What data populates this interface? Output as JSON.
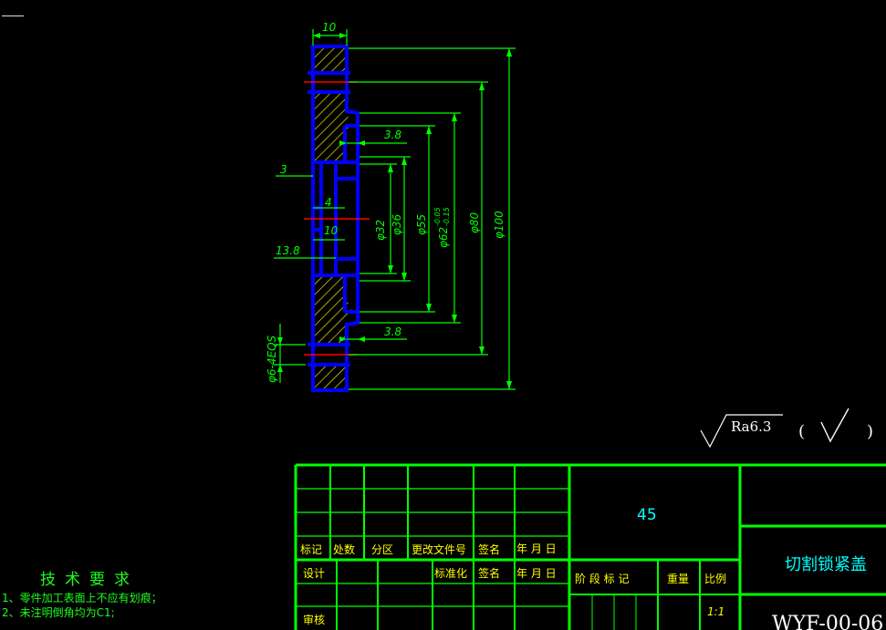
{
  "drawing": {
    "dims": {
      "width_top": "10",
      "depth_3_8_upper": "3.8",
      "depth_3_8_lower": "3.8",
      "left_3": "3",
      "left_4": "4",
      "left_10": "10",
      "left_13_8": "13.8",
      "d32": "φ32",
      "d36": "φ36",
      "d55": "φ55",
      "d62": "φ62",
      "d62_tol_upper": "-0.05",
      "d62_tol_lower": "-0.15",
      "d80": "φ80",
      "d100": "φ100",
      "holes": "φ6-4EQS"
    },
    "surface_finish": "Ra6.3",
    "finish_paren_open": "(",
    "finish_paren_close": ")"
  },
  "title_block": {
    "material": "45",
    "part_name": "切割锁紧盖",
    "drawing_no": "WYF-00-06",
    "scale": "1:1",
    "row_labels": [
      "标记",
      "处数",
      "分区",
      "更改文件号",
      "签名",
      "年 月 日"
    ],
    "design": "设计",
    "standardize": "标准化",
    "sign": "签名",
    "date": "年 月 日",
    "review": "审核",
    "stage_mark": "阶 段 标 记",
    "weight": "重量",
    "ratio": "比例"
  },
  "notes": {
    "title": "技术要求",
    "items": [
      "1、零件加工表面上不应有划痕；",
      "2、未注明倒角均为C1;"
    ]
  },
  "colors": {
    "outline": "#0000ff",
    "dimension": "#00ff00",
    "hatch": "#e8e800",
    "centerline": "#ff0000",
    "title_text": "#00ffff",
    "table_text": "#ffff00",
    "frame": "#00ff00"
  }
}
